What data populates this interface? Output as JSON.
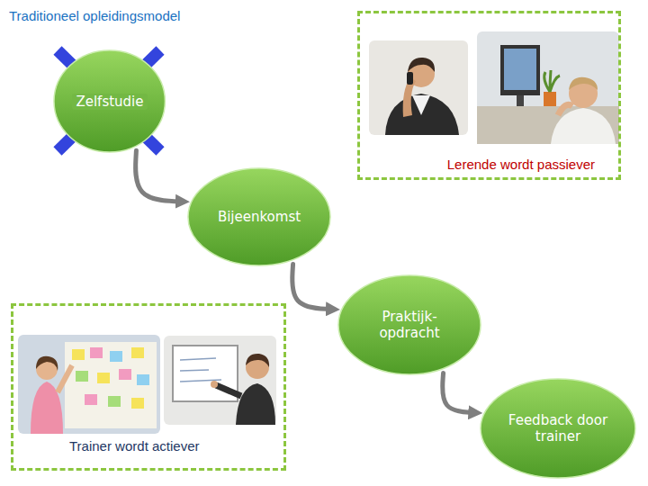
{
  "diagram": {
    "title": "Traditioneel opleidingsmodel",
    "nodes": [
      {
        "text": [
          "Zelfstudie"
        ]
      },
      {
        "text": [
          "Lerende wordt passiever"
        ]
      },
      {
        "text": [
          "Bijeenkomst"
        ]
      },
      {
        "text": [
          "Praktijk- opdracht"
        ]
      },
      {
        "text": [
          "Trainer wordt actiever"
        ]
      },
      {
        "text": [
          "Feedback door trainer"
        ]
      }
    ],
    "edges": [
      {
        "from": 0,
        "to": 2,
        "arrow": "to"
      },
      {
        "from": 2,
        "to": 3,
        "arrow": "to"
      },
      {
        "from": 3,
        "to": 5,
        "arrow": "to"
      }
    ]
  }
}
